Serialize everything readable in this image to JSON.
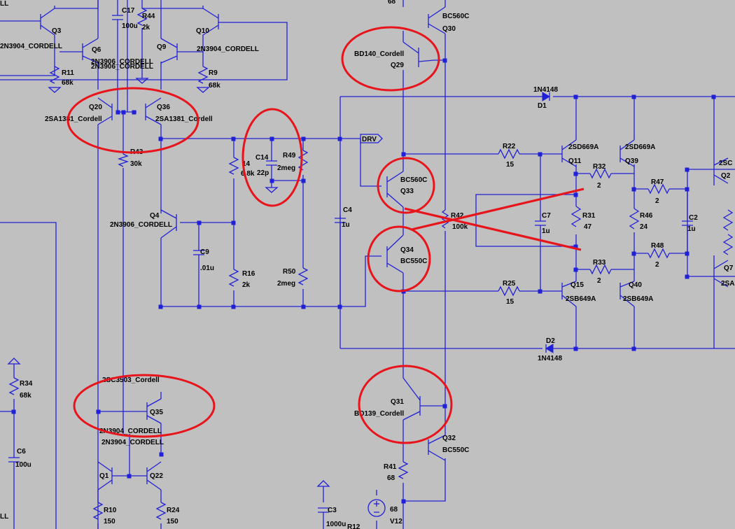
{
  "colors": {
    "background": "#c0c0c0",
    "wire": "#2020d8",
    "annotation": "#e8141c",
    "text": "#000000"
  },
  "labels": {
    "q3": "Q3",
    "q3_model": "2N3904_CORDELL",
    "q6": "Q6",
    "q6_model_a": "2N3906_CORDELL",
    "q6_model_b": "2N3906_CORDELL",
    "q9": "Q9",
    "q10": "Q10",
    "q10_model": "2N3904_CORDELL",
    "c17": "C17",
    "c17_val": "100u",
    "r44": "R44",
    "r44_val": "2k",
    "r11": "R11",
    "r11_val": "68k",
    "r9": "R9",
    "r9_val": "68k",
    "q20": "Q20",
    "q20_model": "2SA1381_Cordell",
    "q36": "Q36",
    "q36_model": "2SA1381_Cordell",
    "r43": "R43",
    "r43_val": "30k",
    "c14": "C14",
    "c14_val": "22p",
    "r49": "R49",
    "r49_val": "2meg",
    "r14": "14",
    "r14_val": "6.8k",
    "drv": "DRV",
    "q4": "Q4",
    "q4_model": "2N3906_CORDELL",
    "c9": "C9",
    "c9_val": ".01u",
    "r16": "R16",
    "r16_val": "2k",
    "r50": "R50",
    "r50_val": "2meg",
    "c4": "C4",
    "c4_val": "1u",
    "q30_model": "BC560C",
    "q30": "Q30",
    "top_val": "68",
    "q29_model": "BD140_Cordell",
    "q29": "Q29",
    "d1_model": "1N4148",
    "d1": "D1",
    "q33_model": "BC560C",
    "q33": "Q33",
    "r22": "R22",
    "r22_val": "15",
    "q11_model": "2SD669A",
    "q11": "Q11",
    "q39_model": "2SD669A",
    "q39": "Q39",
    "r32": "R32",
    "r32_val": "2",
    "r47": "R47",
    "r47_val": "2",
    "q2_model": "2SC",
    "q2": "Q2",
    "r42": "R42",
    "r42_val": "100k",
    "c7": "C7",
    "c7_val": "1u",
    "r31": "R31",
    "r31_val": "47",
    "r46": "R46",
    "r46_val": "24",
    "c2": "C2",
    "c2_val": "1u",
    "q34": "Q34",
    "q34_model": "BC550C",
    "r48": "R48",
    "r48_val": "2",
    "r33": "R33",
    "r33_val": "2",
    "q7": "Q7",
    "q7_model": "2SA",
    "r25": "R25",
    "r25_val": "15",
    "q15": "Q15",
    "q15_model": "2SB649A",
    "q40": "Q40",
    "q40_model": "2SB649A",
    "d2": "D2",
    "d2_model": "1N4148",
    "r34": "R34",
    "r34_val": "68k",
    "c6": "C6",
    "c6_val": "100u",
    "ll_a": "LL",
    "ll_b": "LL",
    "q35_model_top": "2SC3503_Cordell",
    "q35": "Q35",
    "q35_model_a": "2N3904_CORDELL",
    "q35_model_b": "2N3904_CORDELL",
    "q1": "Q1",
    "q22": "Q22",
    "r10": "R10",
    "r10_val": "150",
    "r24": "R24",
    "r24_val": "150",
    "q31": "Q31",
    "q31_model": "BD139_Cordell",
    "q32": "Q32",
    "q32_model": "BC550C",
    "r41": "R41",
    "r41_val": "68",
    "c3": "C3",
    "c3_val": "1000u",
    "r12": "R12",
    "v12_val": "68",
    "v12": "V12"
  }
}
